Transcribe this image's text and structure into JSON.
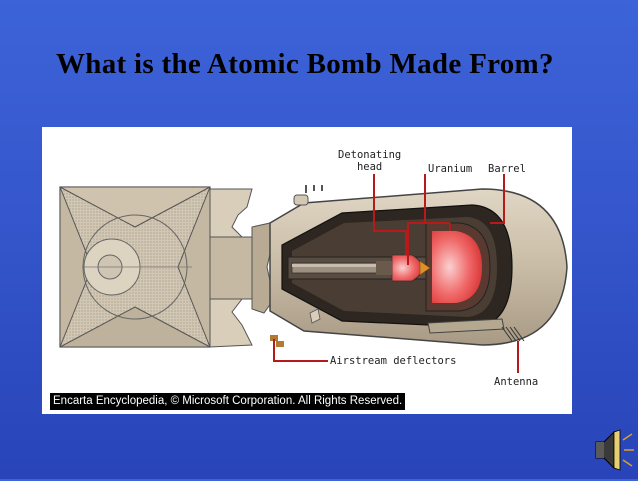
{
  "slide": {
    "title": "What is the Atomic Bomb Made From?"
  },
  "diagram": {
    "labels": {
      "detonating_head": "Detonating\nhead",
      "uranium": "Uranium",
      "barrel": "Barrel",
      "airstream_deflectors": "Airstream deflectors",
      "antenna": "Antenna"
    },
    "credit": "Encarta Encyclopedia, © Microsoft Corporation. All Rights Reserved.",
    "colors": {
      "casing": "#c8bca8",
      "casing_dark": "#8c8070",
      "interior": "#3a3028",
      "uranium": "#e84a4a",
      "uranium_light": "#f7a0a0",
      "leader_lines": "#b81a1a"
    }
  },
  "controls": {
    "sound_icon": "speaker-icon"
  }
}
